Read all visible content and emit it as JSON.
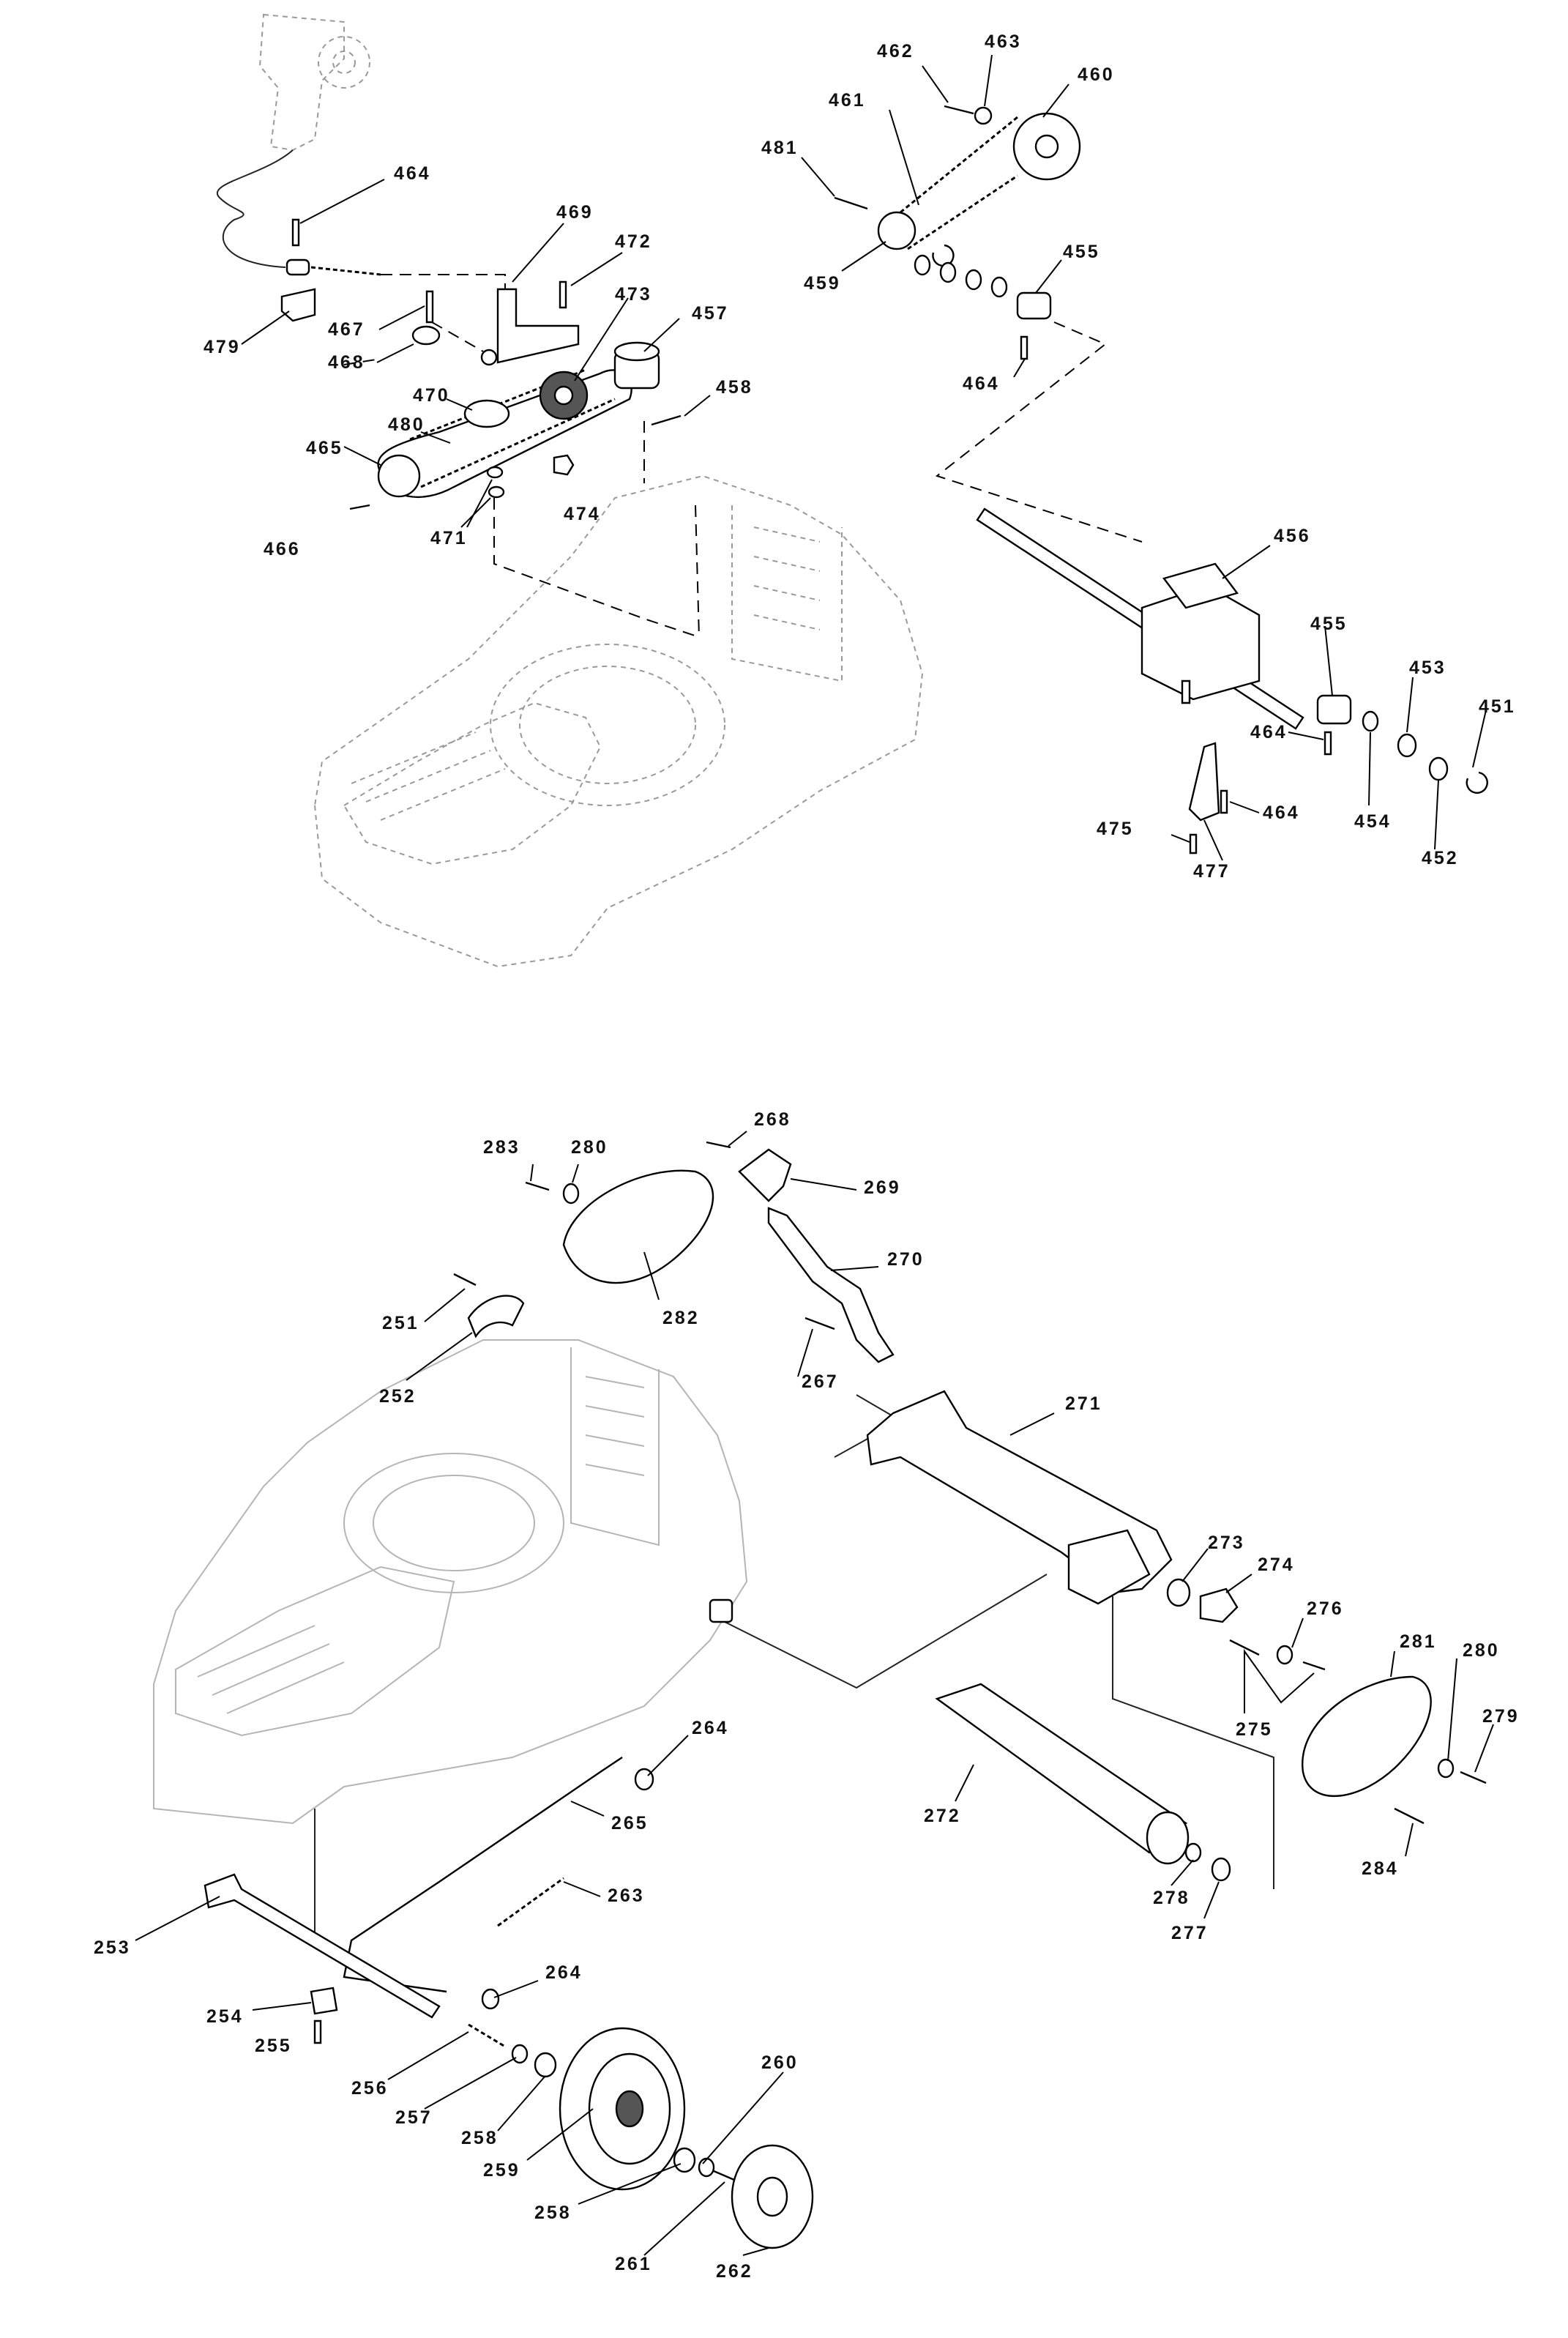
{
  "labels": {
    "p464a": "464",
    "p469": "469",
    "p472": "472",
    "p473": "473",
    "p457": "457",
    "p467": "467",
    "p479": "479",
    "p468": "468",
    "p470": "470",
    "p480": "480",
    "p458": "458",
    "p465": "465",
    "p474": "474",
    "p471": "471",
    "p466": "466",
    "p462": "462",
    "p463": "463",
    "p461": "461",
    "p460": "460",
    "p481": "481",
    "p459": "459",
    "p455a": "455",
    "p464b": "464",
    "p456": "456",
    "p455b": "455",
    "p453": "453",
    "p451": "451",
    "p464c": "464",
    "p454": "454",
    "p452": "452",
    "p464d": "464",
    "p475": "475",
    "p477": "477",
    "p268": "268",
    "p283": "283",
    "p280a": "280",
    "p269": "269",
    "p270": "270",
    "p282": "282",
    "p251": "251",
    "p267": "267",
    "p252": "252",
    "p271": "271",
    "p273": "273",
    "p274": "274",
    "p276": "276",
    "p281": "281",
    "p280b": "280",
    "p279": "279",
    "p275": "275",
    "p264a": "264",
    "p265": "265",
    "p272": "272",
    "p284": "284",
    "p263": "263",
    "p278": "278",
    "p277": "277",
    "p253": "253",
    "p264b": "264",
    "p254": "254",
    "p255": "255",
    "p256": "256",
    "p257": "257",
    "p258a": "258",
    "p259": "259",
    "p260": "260",
    "p258b": "258",
    "p261": "261",
    "p262": "262"
  }
}
